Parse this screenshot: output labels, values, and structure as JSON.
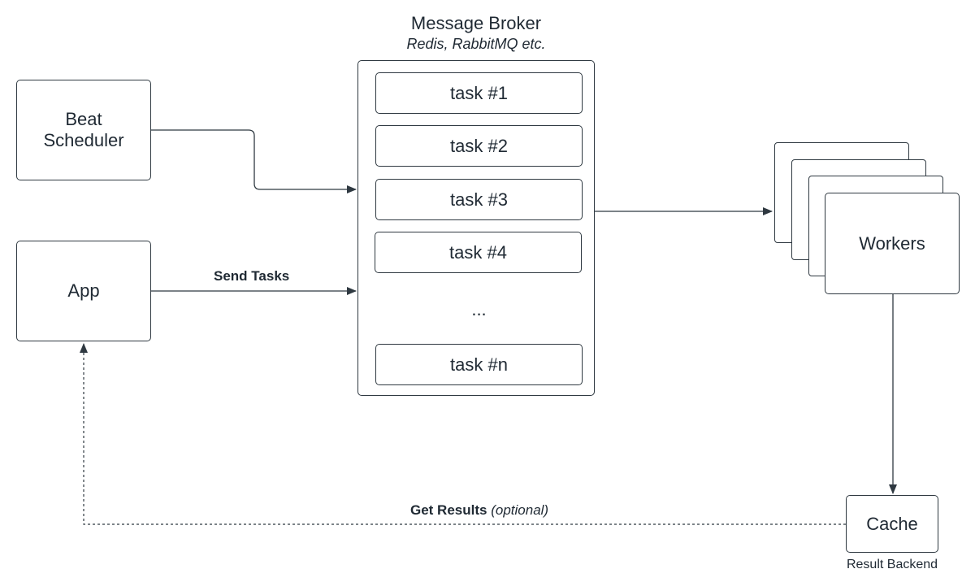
{
  "broker": {
    "title": "Message Broker",
    "subtitle": "Redis, RabbitMQ etc.",
    "tasks": [
      "task #1",
      "task #2",
      "task #3",
      "task #4",
      "task #n"
    ],
    "ellipsis": "..."
  },
  "nodes": {
    "beat_scheduler": "Beat Scheduler",
    "app": "App",
    "workers": "Workers",
    "cache": "Cache"
  },
  "edges": {
    "send_tasks": "Send Tasks",
    "get_results": "Get Results",
    "get_results_note": "(optional)"
  },
  "cache_caption": "Result Backend",
  "colors": {
    "stroke": "#2f3941",
    "text": "#1f2933",
    "background": "#ffffff"
  }
}
